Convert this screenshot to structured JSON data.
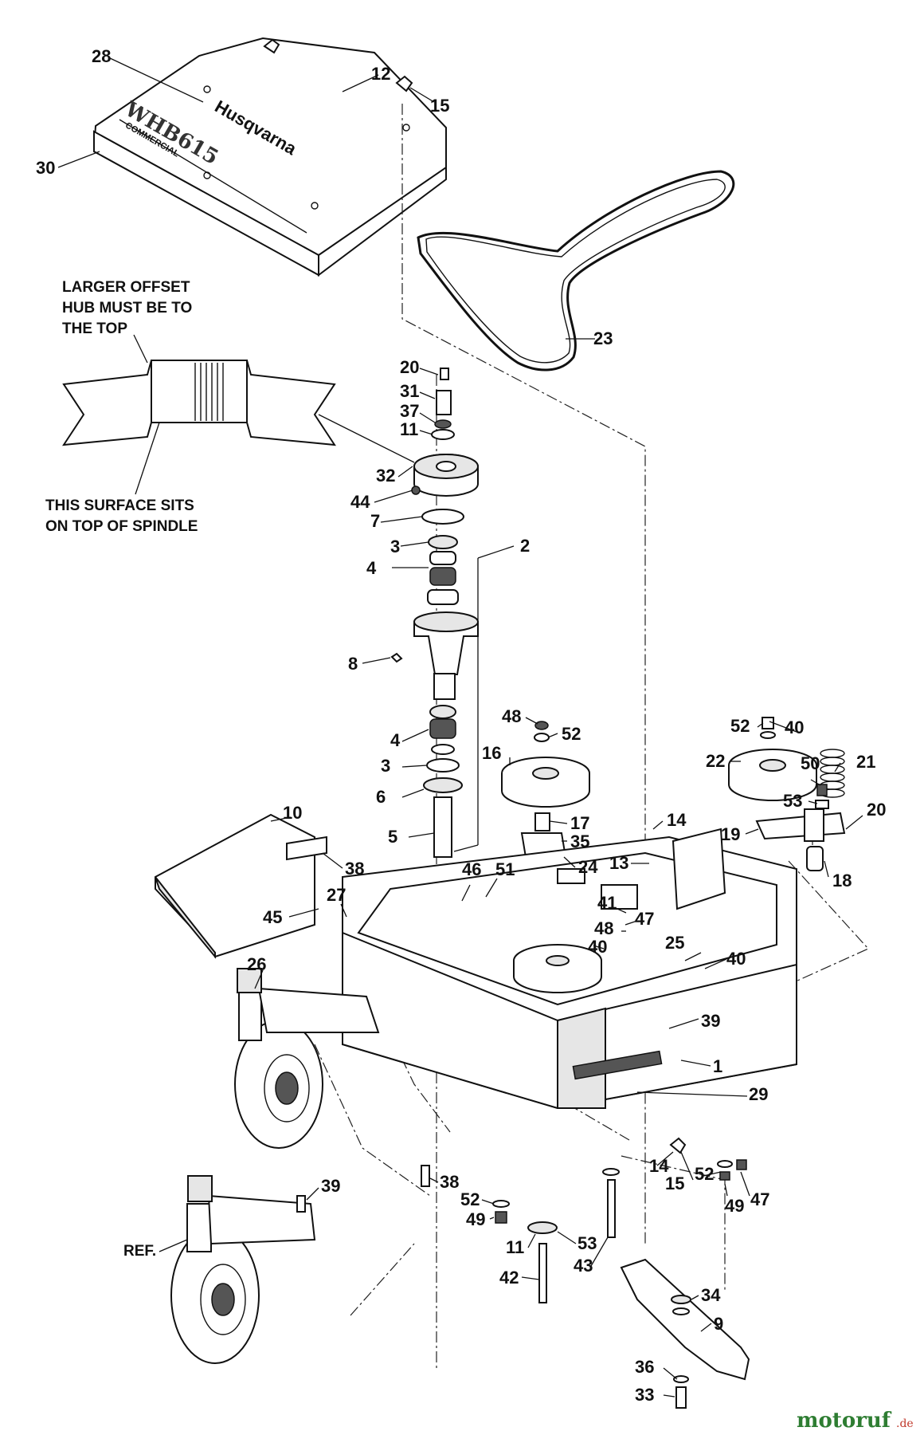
{
  "notes": {
    "top_hub": [
      "LARGER OFFSET",
      "HUB MUST BE TO",
      "THE TOP"
    ],
    "spindle_surface": [
      "THIS SURFACE SITS",
      "ON TOP OF SPINDLE"
    ]
  },
  "cover_text": {
    "model": "WHB615",
    "sub": "COMMERCIAL",
    "brand": "Husqvarna"
  },
  "ref_label": "REF.",
  "watermark": {
    "name": "motoruf",
    "tld": ".de"
  },
  "labels": {
    "p28": "28",
    "p12": "12",
    "p15a": "15",
    "p30": "30",
    "p23": "23",
    "p20a": "20",
    "p31": "31",
    "p37": "37",
    "p11a": "11",
    "p32": "32",
    "p44": "44",
    "p7": "7",
    "p2": "2",
    "p3a": "3",
    "p4a": "4",
    "p8": "8",
    "p4b": "4",
    "p3b": "3",
    "p6": "6",
    "p5": "5",
    "p48a": "48",
    "p52a": "52",
    "p16": "16",
    "p17": "17",
    "p35": "35",
    "p24": "24",
    "p14a": "14",
    "p13": "13",
    "p52b": "52",
    "p40a": "40",
    "p22": "22",
    "p50": "50",
    "p21": "21",
    "p53a": "53",
    "p20b": "20",
    "p19": "19",
    "p18": "18",
    "p10": "10",
    "p38a": "38",
    "p27": "27",
    "p45": "45",
    "p46": "46",
    "p51": "51",
    "p41": "41",
    "p48b": "48",
    "p47a": "47",
    "p40b": "40",
    "p25": "25",
    "p40c": "40",
    "p26": "26",
    "p39a": "39",
    "p1": "1",
    "p29": "29",
    "p14b": "14",
    "p15b": "15",
    "p52c": "52",
    "p47b": "47",
    "p49a": "49",
    "p39b": "39",
    "p38b": "38",
    "p52d": "52",
    "p49b": "49",
    "p11b": "11",
    "p53b": "53",
    "p43": "43",
    "p42": "42",
    "p34": "34",
    "p9": "9",
    "p36": "36",
    "p33": "33"
  }
}
